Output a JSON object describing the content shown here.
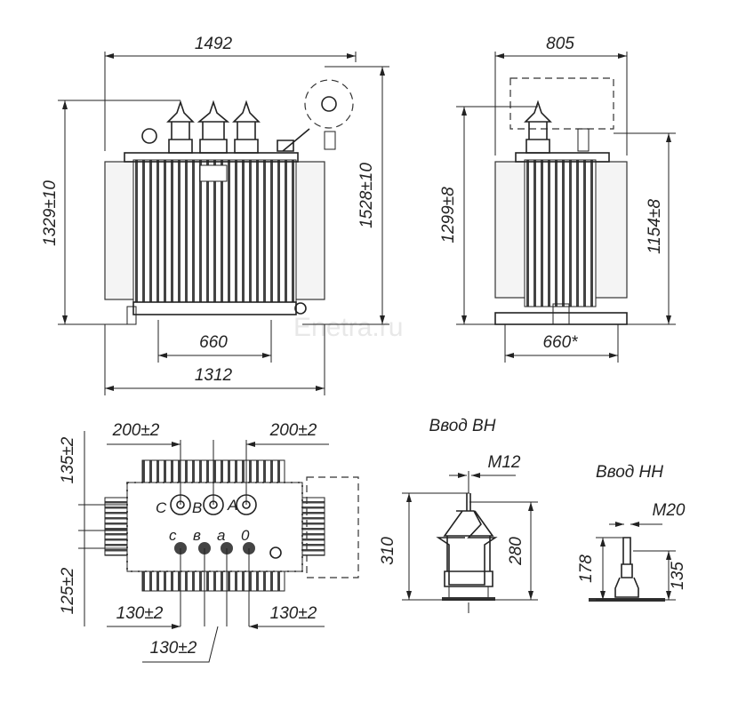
{
  "watermark": "Enetra.ru",
  "front_view": {
    "overall_width": "1492",
    "body_width": "1312",
    "wheel_base": "660",
    "height_to_bushing": "1329±10",
    "height_total": "1528±10"
  },
  "side_view": {
    "overall_width": "805",
    "wheel_base": "660*",
    "height_to_bushing": "1299±8",
    "height_to_cover": "1154±8"
  },
  "plan_view": {
    "hv_spacing_left": "200±2",
    "hv_spacing_right": "200±2",
    "top_offset": "135±2",
    "bottom_offset": "125±2",
    "lv_spacing_left": "130±2",
    "lv_spacing_right": "130±2",
    "lv_spacing_middle": "130±2",
    "hv_terminals": [
      "C",
      "B",
      "A"
    ],
    "lv_terminals": [
      "c",
      "в",
      "a",
      "0"
    ]
  },
  "hv_bushing": {
    "title": "Ввод ВН",
    "thread": "M12",
    "total_height": "310",
    "height": "280"
  },
  "lv_bushing": {
    "title": "Ввод НН",
    "thread": "M20",
    "total_height": "178",
    "height": "135"
  }
}
